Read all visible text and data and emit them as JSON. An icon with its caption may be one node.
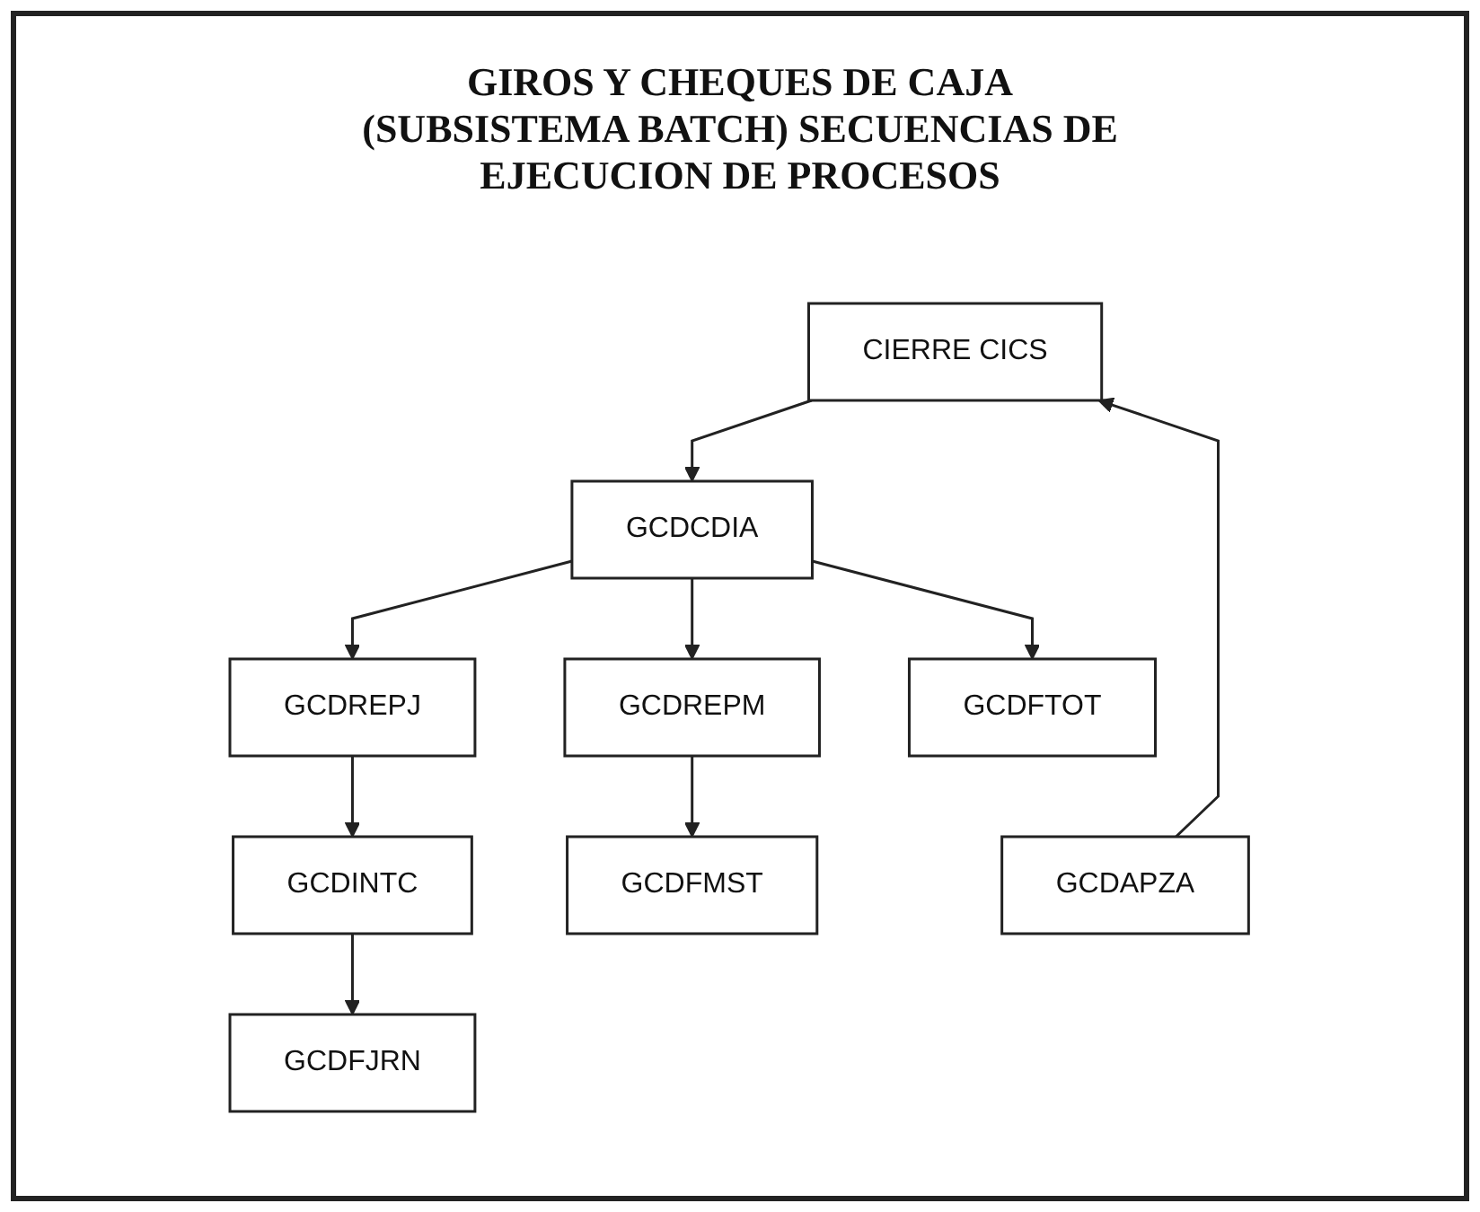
{
  "diagram": {
    "title": "GIROS Y CHEQUES DE CAJA (SUBSISTEMA BATCH) SECUENCIAS DE EJECUCION DE PROCESOS",
    "nodes": [
      {
        "text": [
          "CIERRE CICS"
        ]
      },
      {
        "text": [
          "GCDCDIA"
        ]
      },
      {
        "text": [
          "GCDREPJ"
        ]
      },
      {
        "text": [
          "GCDREPM"
        ]
      },
      {
        "text": [
          "GCDINTC"
        ]
      },
      {
        "text": [
          "GCDFJRN"
        ]
      },
      {
        "text": [
          "GCDFTOT"
        ]
      },
      {
        "text": [
          "GCDFMST"
        ]
      },
      {
        "text": [
          "GCDAPZA"
        ]
      }
    ],
    "edges": [
      {
        "from": 0,
        "to": 1,
        "arrow": "to"
      },
      {
        "from": 1,
        "to": 2,
        "arrow": "to"
      },
      {
        "from": 1,
        "to": 6,
        "arrow": "to"
      },
      {
        "from": 1,
        "to": 3,
        "arrow": "to"
      },
      {
        "from": 2,
        "to": 4,
        "arrow": "to"
      },
      {
        "from": 4,
        "to": 5,
        "arrow": "to"
      },
      {
        "from": 3,
        "to": 7,
        "arrow": "to"
      },
      {
        "from": 8,
        "to": 0,
        "arrow": "to"
      }
    ]
  }
}
